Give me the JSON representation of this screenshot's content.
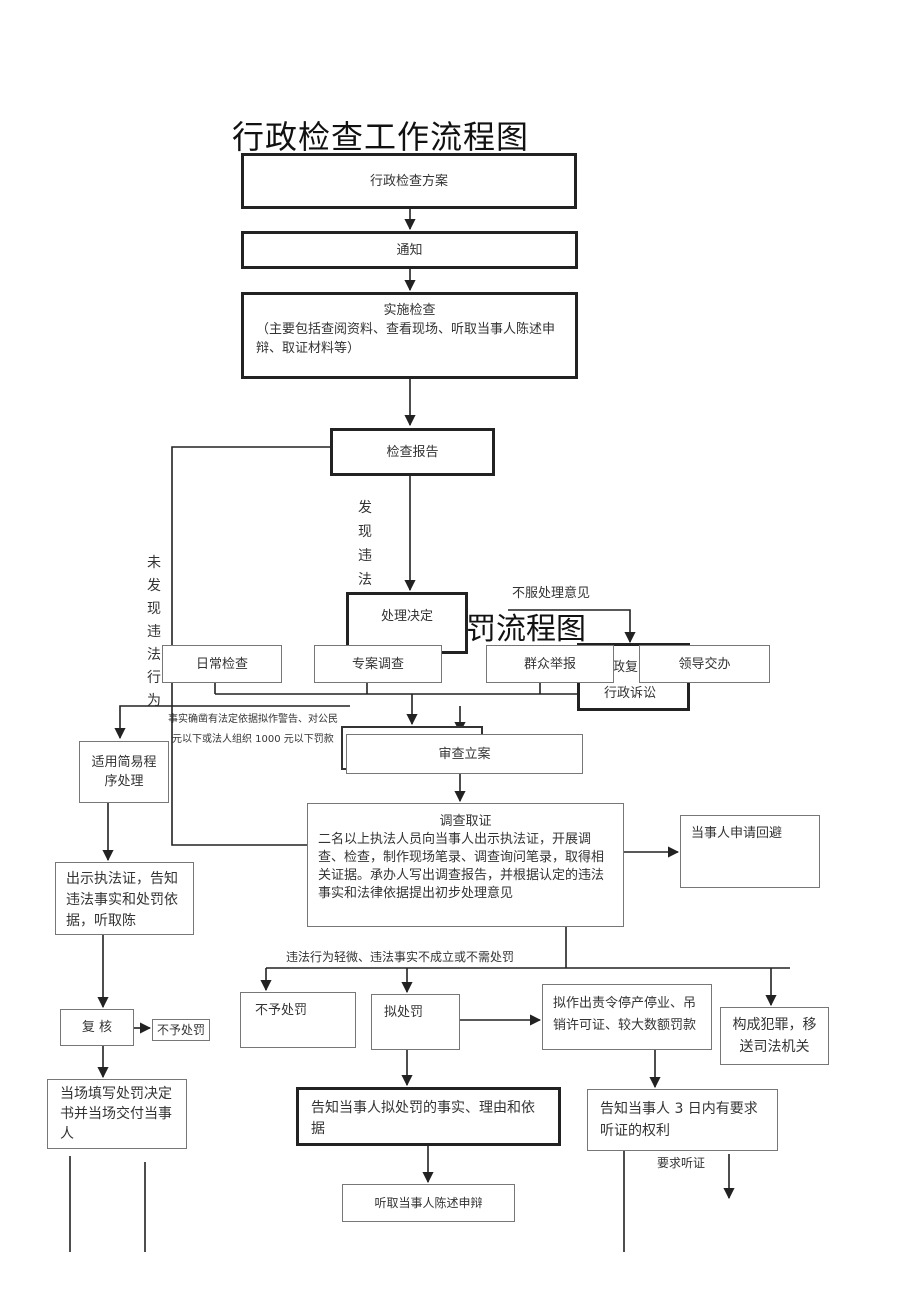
{
  "title": "行政检查工作流程图",
  "overlay_title": "罚流程图",
  "boxes": {
    "plan": "行政检查方案",
    "notice": "通知",
    "implement_title": "实施检查",
    "implement_detail": "（主要包括查阅资料、查看现场、听取当事人陈述申辩、取证材料等）",
    "report": "检查报告",
    "decision": "处理决定",
    "review_hidden": "政复",
    "litigation": "行政诉讼",
    "daily": "日常检查",
    "special": "专案调查",
    "mass": "群众举报",
    "leader": "领导交办",
    "simple": "适用简易程序处理",
    "register": "审查立案",
    "investigate_title": "调查取证",
    "investigate_detail": "二名以上执法人员向当事人出示执法证，开展调查、检查，制作现场笔录、调查询问笔录，取得相关证据。承办人写出调查报告，并根据认定的违法事实和法律依据提出初步处理意见",
    "recusal": "当事人申请回避",
    "show_cert": "出示执法证，告知违法事实和处罚依据，听取陈",
    "recheck": "复 核",
    "no_punish_small": "不予处罚",
    "on_site": "当场填写处罚决定书并当场交付当事人",
    "no_punish": "不予处罚",
    "propose": "拟处罚",
    "propose_big": "拟作出责令停产停业、吊销许可证、较大数额罚款",
    "crime": "构成犯罪，移送司法机关",
    "inform": "告知当事人拟处罚的事实、理由和依据",
    "hearing_right": "告知当事人 3 日内有要求听证的权利",
    "statement": "听取当事人陈述申辩"
  },
  "labels": {
    "found": "发现违法行为",
    "not_found": "未发现违法行为",
    "disagree": "不服处理意见",
    "simple_note_1": "事实确凿有法定依据拟作警告、对公民",
    "simple_note_2": "元以下或法人组织 1000 元以下罚款",
    "minor": "违法行为轻微、违法事实不成立或不需处罚",
    "request_hearing": "要求听证"
  }
}
